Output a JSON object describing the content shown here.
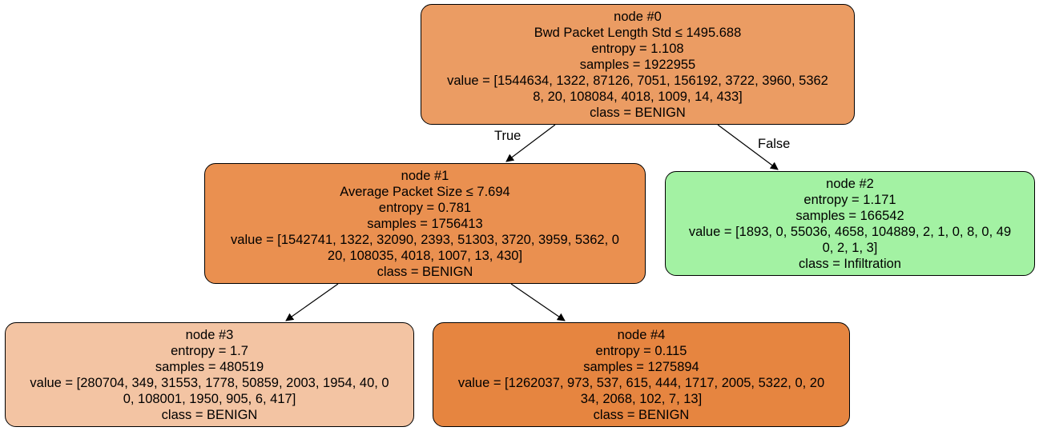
{
  "colors": {
    "node0": "#eb9c63",
    "node1": "#ea9050",
    "node2": "#a3f2a3",
    "node3": "#f3c4a3",
    "node4": "#e68540",
    "edge": "#000000"
  },
  "edges": {
    "true_label": "True",
    "false_label": "False"
  },
  "nodes": [
    {
      "id": "node #0",
      "split": "Bwd Packet Length Std ≤ 1495.688",
      "entropy": "entropy = 1.108",
      "samples": "samples = 1922955",
      "value_line1": "value = [1544634, 1322, 87126, 7051, 156192, 3722, 3960, 5362",
      "value_line2": "8, 20, 108084, 4018, 1009, 14, 433]",
      "class": "class = BENIGN"
    },
    {
      "id": "node #1",
      "split": "Average Packet Size ≤ 7.694",
      "entropy": "entropy = 0.781",
      "samples": "samples = 1756413",
      "value_line1": "value = [1542741, 1322, 32090, 2393, 51303, 3720, 3959, 5362, 0",
      "value_line2": "20, 108035, 4018, 1007, 13, 430]",
      "class": "class = BENIGN"
    },
    {
      "id": "node #2",
      "entropy": "entropy = 1.171",
      "samples": "samples = 166542",
      "value_line1": "value = [1893, 0, 55036, 4658, 104889, 2, 1, 0, 8, 0, 49",
      "value_line2": "0, 2, 1, 3]",
      "class": "class = Infiltration"
    },
    {
      "id": "node #3",
      "entropy": "entropy = 1.7",
      "samples": "samples = 480519",
      "value_line1": "value = [280704, 349, 31553, 1778, 50859, 2003, 1954, 40, 0",
      "value_line2": "0, 108001, 1950, 905, 6, 417]",
      "class": "class = BENIGN"
    },
    {
      "id": "node #4",
      "entropy": "entropy = 0.115",
      "samples": "samples = 1275894",
      "value_line1": "value = [1262037, 973, 537, 615, 444, 1717, 2005, 5322, 0, 20",
      "value_line2": "34, 2068, 102, 7, 13]",
      "class": "class = BENIGN"
    }
  ]
}
